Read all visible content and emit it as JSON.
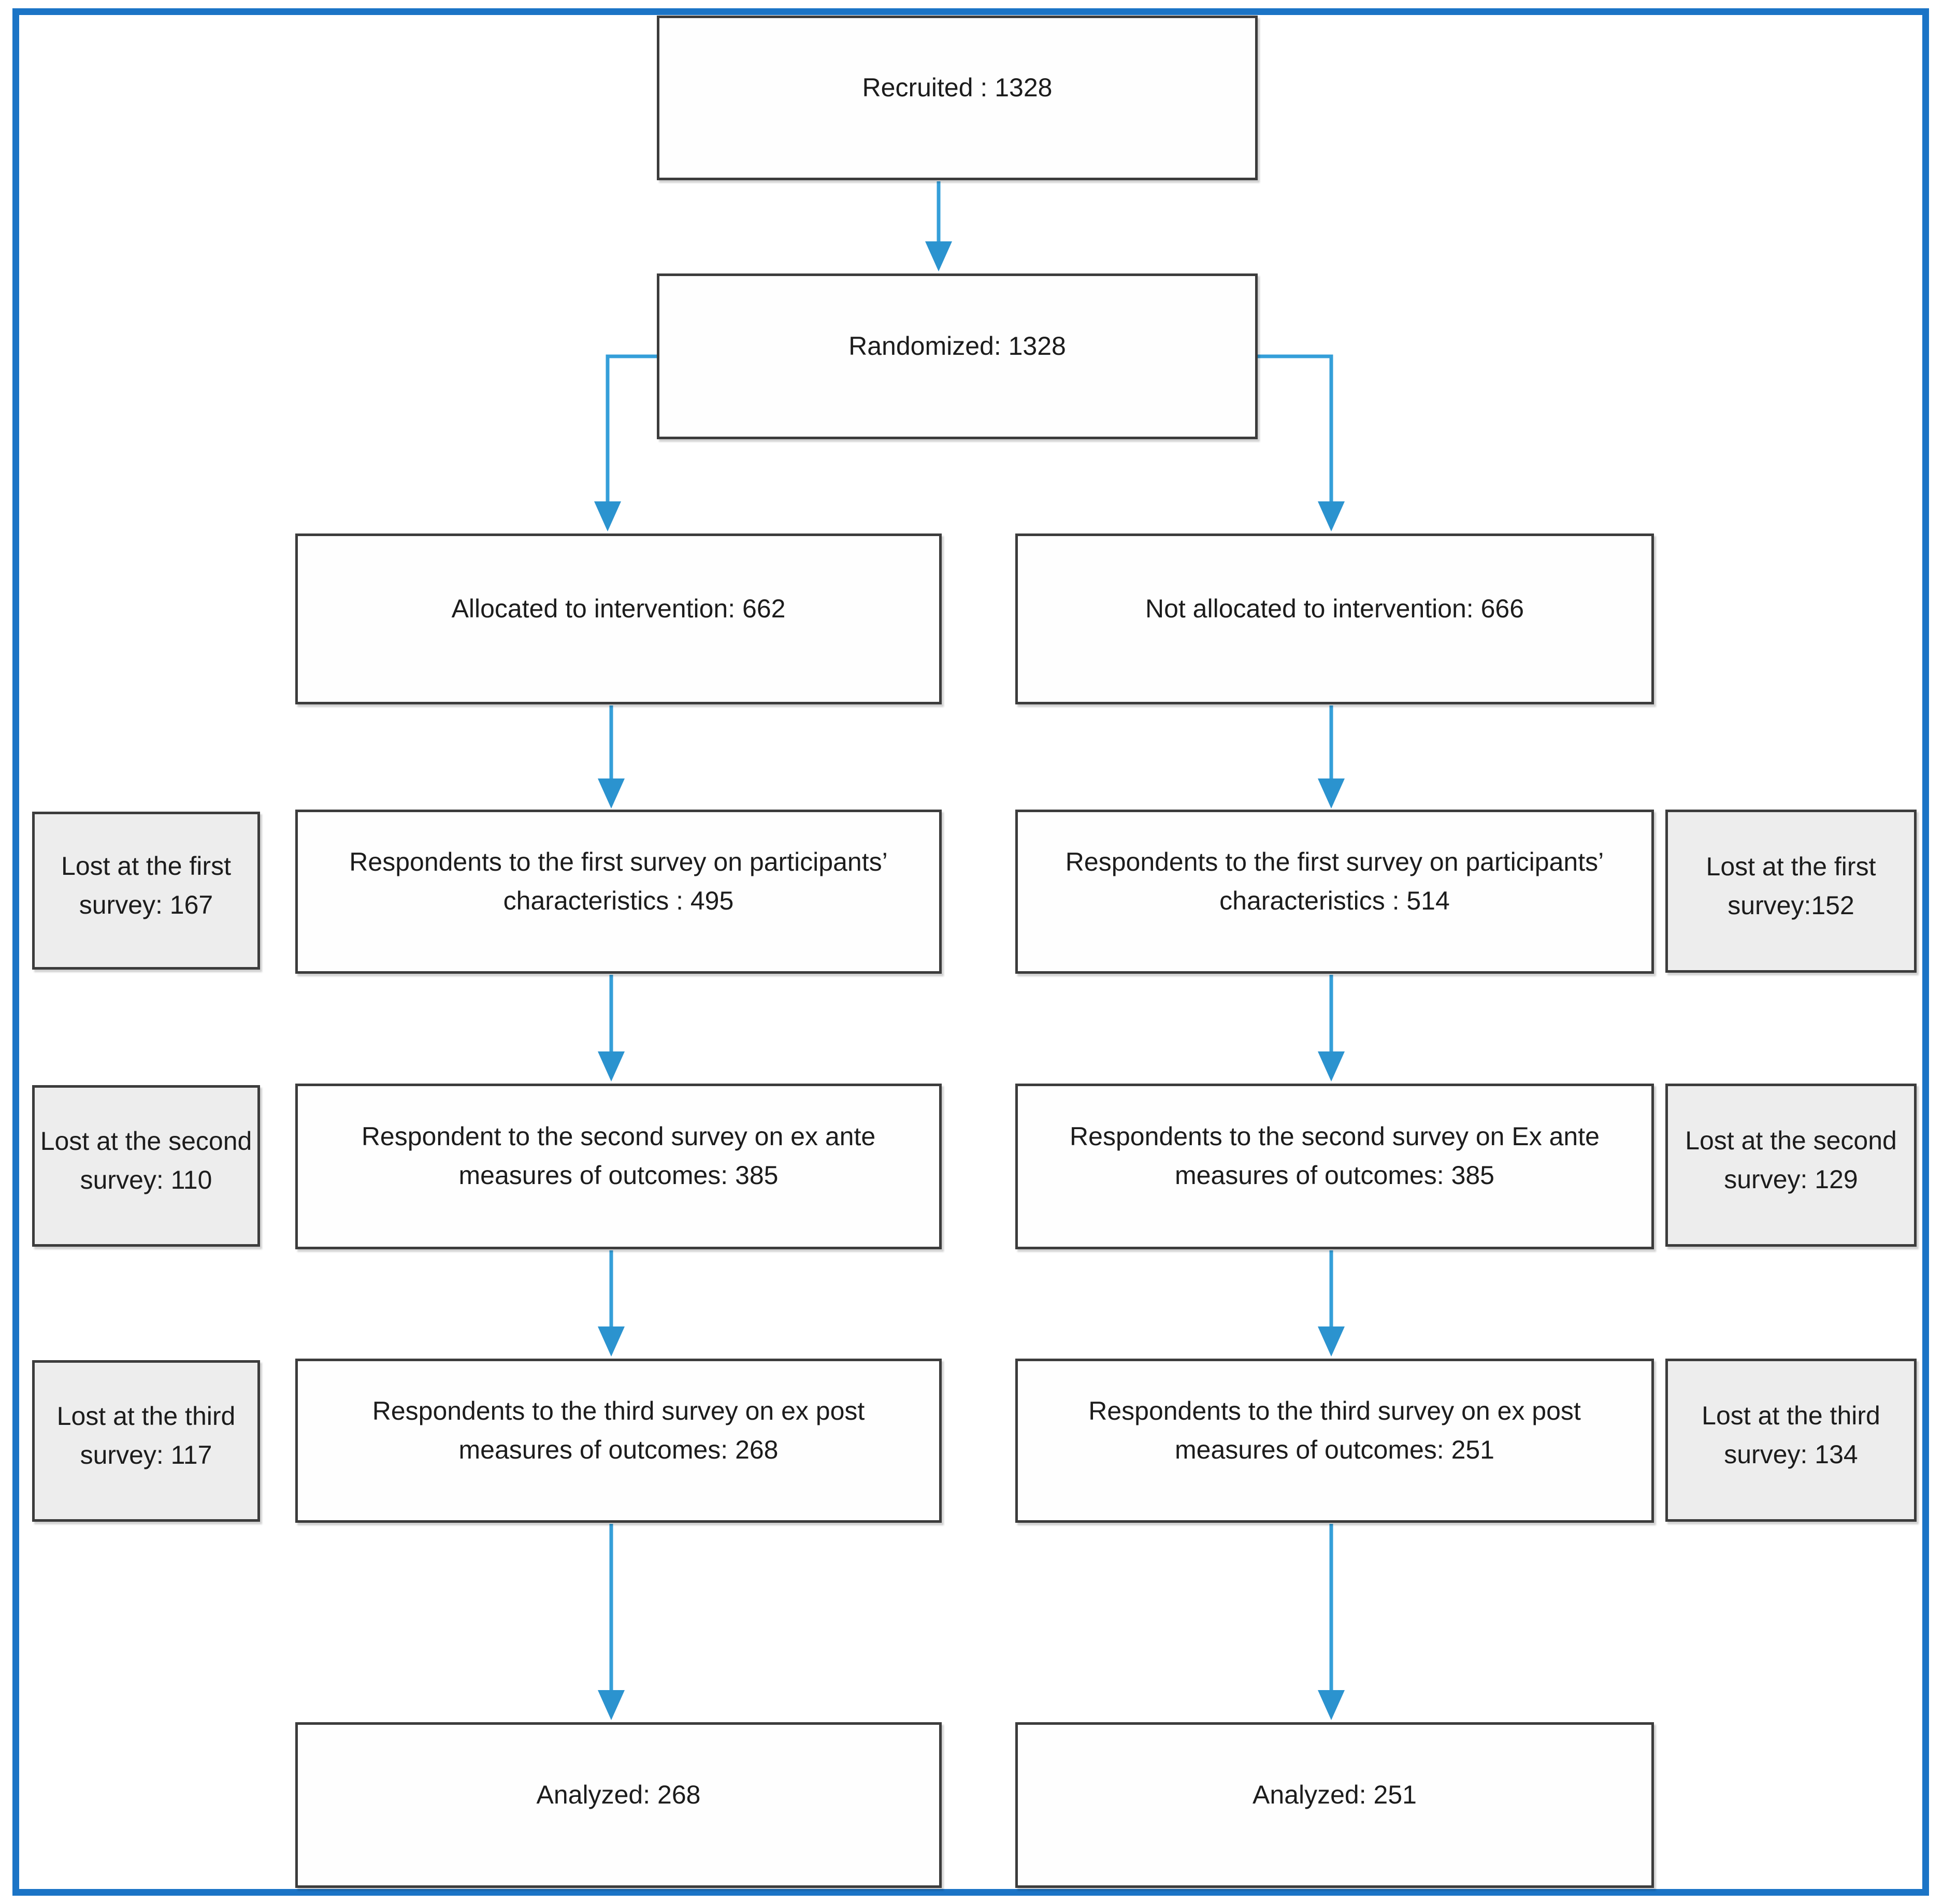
{
  "diagram": {
    "type": "trial-flow-diagram",
    "colors": {
      "frame": "#1B74C6",
      "arrow_stem": "#359FD9",
      "arrow_head": "#2B93CF",
      "box_border": "#3C3C3C",
      "side_box_fill": "#EDEDED",
      "text": "#1C1C1C"
    },
    "nodes": {
      "recruited": "Recruited : 1328",
      "randomized": "Randomized: 1328",
      "allocated": "Allocated to intervention: 662",
      "not_allocated": "Not allocated to intervention: 666",
      "intervention_survey1": "Respondents to the  first survey on participants’ characteristics : 495",
      "control_survey1": "Respondents to the  first survey on participants’ characteristics  : 514",
      "intervention_survey2": "Respondent to the second survey on ex ante measures of outcomes: 385",
      "control_survey2": "Respondents to the second survey on Ex ante measures of outcomes: 385",
      "intervention_survey3": "Respondents to the third survey on ex post measures of outcomes: 268",
      "control_survey3": "Respondents to the third survey on ex post measures of outcomes: 251",
      "intervention_analyzed": "Analyzed: 268",
      "control_analyzed": "Analyzed: 251",
      "intervention_lost1": "Lost at the first survey: 167",
      "intervention_lost2": "Lost at the second survey: 110",
      "intervention_lost3": "Lost at the third survey: 117",
      "control_lost1": "Lost at the first survey:152",
      "control_lost2": "Lost at the second survey: 129",
      "control_lost3": "Lost at the third survey: 134"
    },
    "edges": [
      {
        "from": "recruited",
        "to": "randomized"
      },
      {
        "from": "randomized",
        "to": "allocated"
      },
      {
        "from": "randomized",
        "to": "not_allocated"
      },
      {
        "from": "allocated",
        "to": "intervention_survey1"
      },
      {
        "from": "intervention_survey1",
        "to": "intervention_survey2"
      },
      {
        "from": "intervention_survey2",
        "to": "intervention_survey3"
      },
      {
        "from": "intervention_survey3",
        "to": "intervention_analyzed"
      },
      {
        "from": "not_allocated",
        "to": "control_survey1"
      },
      {
        "from": "control_survey1",
        "to": "control_survey2"
      },
      {
        "from": "control_survey2",
        "to": "control_survey3"
      },
      {
        "from": "control_survey3",
        "to": "control_analyzed"
      }
    ]
  }
}
